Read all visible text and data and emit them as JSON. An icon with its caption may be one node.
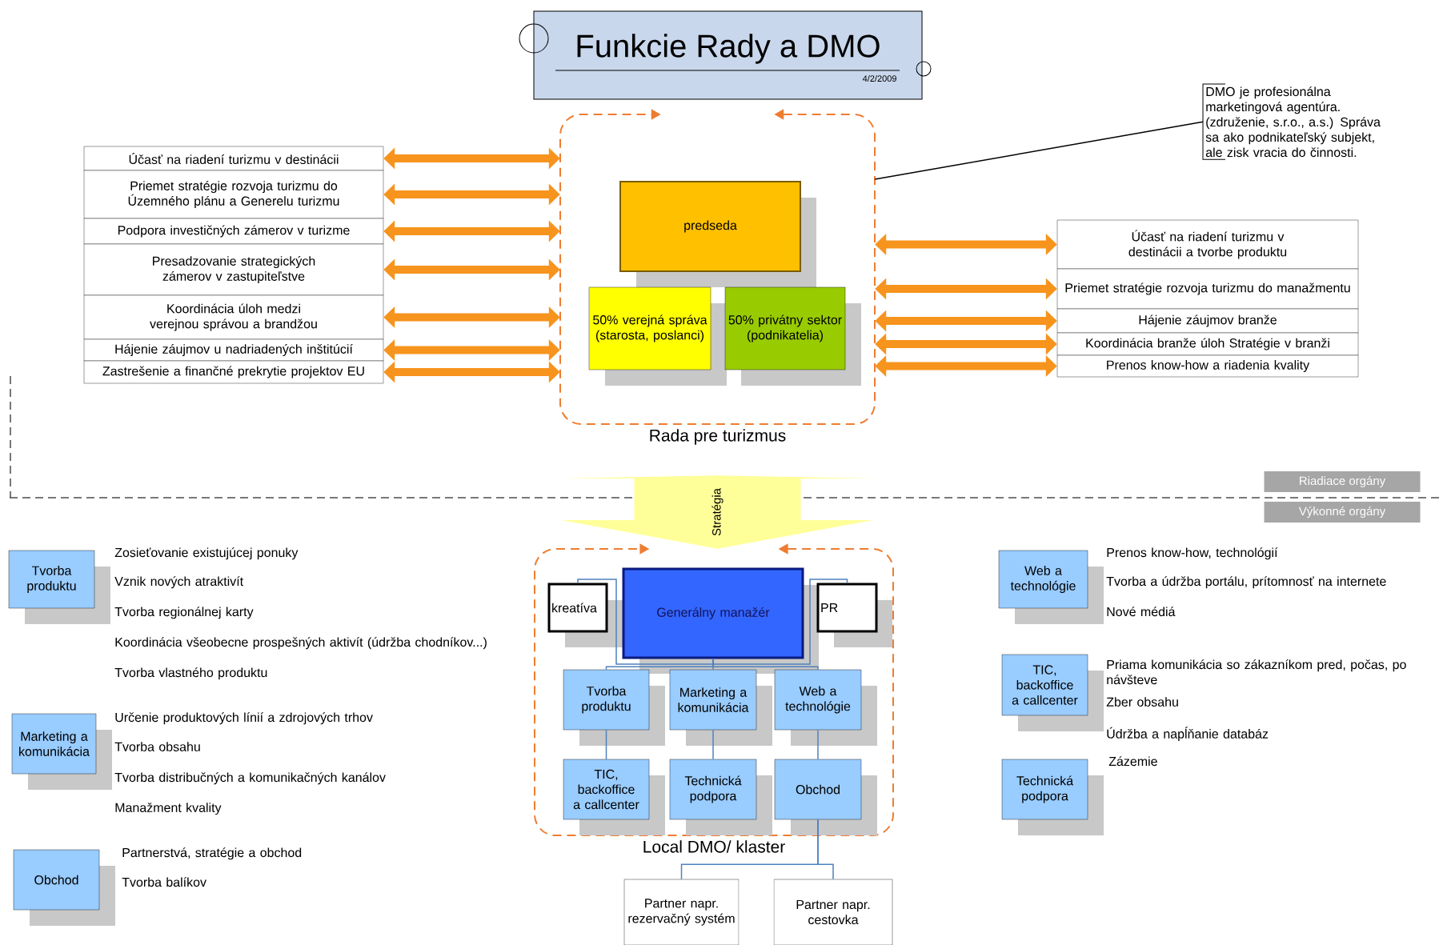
{
  "diagram": {
    "nodes": [
      {
        "text": [
          "Funkcie Rady a DMO",
          "4/2/2009"
        ]
      },
      {
        "text": [
          "Rada pre turizmus"
        ]
      },
      {
        "text": [
          "predseda"
        ],
        "in": 1
      },
      {
        "text": [
          "50% verejná správa (starosta, poslanci)"
        ],
        "in": 1
      },
      {
        "text": [
          "50% privátny sektor (podnikatelia)"
        ],
        "in": 1
      },
      {
        "text": [
          "Účasť na riadení turizmu v destinácii"
        ]
      },
      {
        "text": [
          "Priemet stratégie rozvoja turizmu do Územného plánu a Generelu turizmu"
        ]
      },
      {
        "text": [
          "Podpora investičných zámerov v turizme"
        ]
      },
      {
        "text": [
          "Presadzovanie strategických zámerov v zastupiteľstve"
        ]
      },
      {
        "text": [
          "Koordinácia úloh medzi verejnou správou a brandžou"
        ]
      },
      {
        "text": [
          "Hájenie záujmov u nadriadených inštitúcií"
        ]
      },
      {
        "text": [
          "Zastrešenie a finančné prekrytie projektov EU"
        ]
      },
      {
        "text": [
          "DMO je profesionálna marketingová agentúra. (združenie, s.r.o., a.s.) Správa sa ako podnikateľský subjekt, ale zisk vracia do činnosti."
        ]
      },
      {
        "text": [
          "Účasť na riadení turizmu v destinácii a tvorbe produktu"
        ]
      },
      {
        "text": [
          "Priemet stratégie rozvoja turizmu do manažmentu"
        ]
      },
      {
        "text": [
          "Hájenie záujmov branže"
        ]
      },
      {
        "text": [
          "Koordinácia branže úloh Stratégie v branži"
        ]
      },
      {
        "text": [
          "Prenos know-how a riadenia kvality"
        ]
      },
      {
        "text": [
          "Local DMO/ klaster"
        ]
      },
      {
        "text": [
          "kreatíva"
        ],
        "in": 18
      },
      {
        "text": [
          "Generálny manažér"
        ],
        "in": 18
      },
      {
        "text": [
          "PR"
        ],
        "in": 18
      },
      {
        "text": [
          "Tvorba produktu"
        ],
        "in": 18
      },
      {
        "text": [
          "Marketing a komunikácia"
        ],
        "in": 18
      },
      {
        "text": [
          "Web a technológie"
        ],
        "in": 18
      },
      {
        "text": [
          "TIC, backoffice a callcenter"
        ],
        "in": 18
      },
      {
        "text": [
          "Technická podpora"
        ],
        "in": 18
      },
      {
        "text": [
          "Obchod"
        ],
        "in": 18
      },
      {
        "text": [
          "Partner napr. rezervačný systém"
        ]
      },
      {
        "text": [
          "Partner napr. cestovka"
        ]
      },
      {
        "text": [
          "Tvorba produktu"
        ],
        "beside": [
          "Zosieťovanie existujúcej ponuky",
          "Vznik nových atraktivít",
          "Tvorba regionálnej karty",
          "Koordinácia všeobecne prospešných aktivít (údržba chodníkov...)",
          "Tvorba vlastného produktu"
        ]
      },
      {
        "text": [
          "Marketing a komunikácia"
        ],
        "beside": [
          "Určenie produktových línií a zdrojových trhov",
          "Tvorba obsahu",
          "Tvorba distribučných a komunikačných kanálov",
          "Manažment kvality"
        ]
      },
      {
        "text": [
          "Obchod"
        ],
        "beside": [
          "Partnerstvá, stratégie a obchod",
          "Tvorba balíkov"
        ]
      },
      {
        "text": [
          "Web a technológie"
        ],
        "beside": [
          "Prenos know-how, technológií",
          "Tvorba a údržba portálu, prítomnosť na internete",
          "Nové médiá"
        ]
      },
      {
        "text": [
          "TIC, backoffice a callcenter"
        ],
        "beside": [
          "Priama komunikácia so zákazníkom pred, počas, po návšteve",
          "Zber obsahu",
          "Údržba a napĺňanie databáz"
        ]
      },
      {
        "text": [
          "Technická podpora"
        ],
        "beside": [
          "Zázemie"
        ]
      }
    ],
    "edges": [
      {
        "from": 5,
        "to": 1,
        "arrow": "both"
      },
      {
        "from": 6,
        "to": 1,
        "arrow": "both"
      },
      {
        "from": 7,
        "to": 1,
        "arrow": "both"
      },
      {
        "from": 8,
        "to": 1,
        "arrow": "both"
      },
      {
        "from": 9,
        "to": 1,
        "arrow": "both"
      },
      {
        "from": 10,
        "to": 1,
        "arrow": "both"
      },
      {
        "from": 11,
        "to": 1,
        "arrow": "both"
      },
      {
        "from": 1,
        "to": 13,
        "arrow": "both"
      },
      {
        "from": 1,
        "to": 14,
        "arrow": "both"
      },
      {
        "from": 1,
        "to": 15,
        "arrow": "both"
      },
      {
        "from": 1,
        "to": 16,
        "arrow": "both"
      },
      {
        "from": 1,
        "to": 17,
        "arrow": "both"
      },
      {
        "from": 12,
        "to": 1,
        "arrow": "none",
        "color": "#000000"
      },
      {
        "from": 1,
        "to": 18,
        "arrow": "both",
        "style": "thick",
        "color": "#ffff99",
        "label": "Stratégia"
      },
      {
        "from": 19,
        "to": 20,
        "arrow": "none",
        "color": "#4f81bd"
      },
      {
        "from": 21,
        "to": 20,
        "arrow": "none",
        "color": "#4f81bd"
      },
      {
        "from": 20,
        "to": 22,
        "arrow": "none",
        "color": "#4f81bd"
      },
      {
        "from": 20,
        "to": 23,
        "arrow": "none",
        "color": "#4f81bd"
      },
      {
        "from": 20,
        "to": 24,
        "arrow": "none",
        "color": "#4f81bd"
      },
      {
        "from": 22,
        "to": 25,
        "arrow": "none",
        "color": "#4f81bd"
      },
      {
        "from": 23,
        "to": 26,
        "arrow": "none",
        "color": "#4f81bd"
      },
      {
        "from": 24,
        "to": 27,
        "arrow": "none",
        "color": "#4f81bd"
      },
      {
        "from": 27,
        "to": 28,
        "arrow": "none",
        "color": "#4f81bd"
      },
      {
        "from": 27,
        "to": 29,
        "arrow": "none",
        "color": "#4f81bd"
      }
    ],
    "labels": [
      "Riadiace orgány",
      "Výkonné orgány"
    ]
  }
}
